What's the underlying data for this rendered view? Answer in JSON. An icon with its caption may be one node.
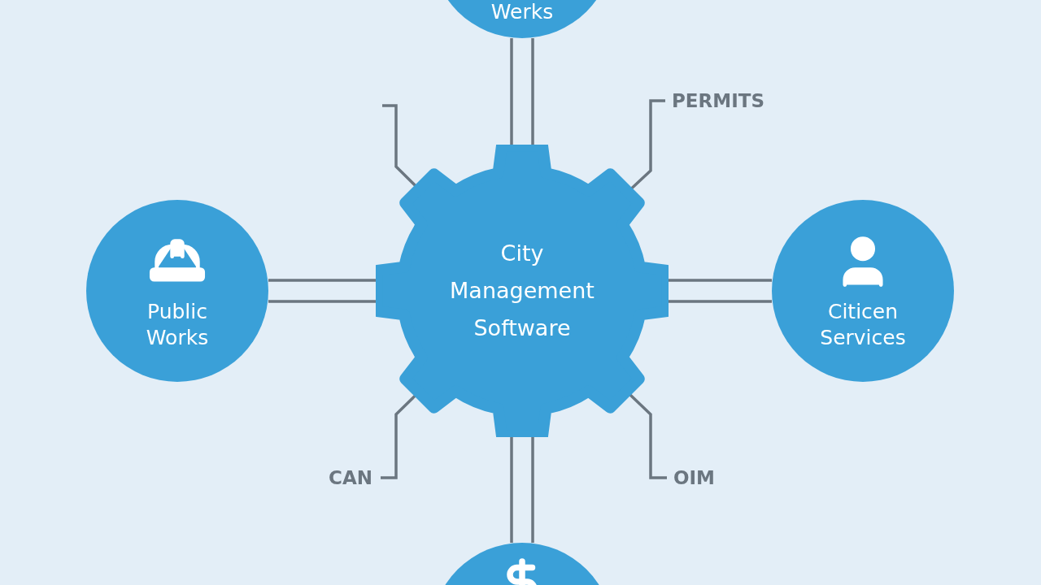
{
  "diagram": {
    "nodes": [
      {
        "text": [
          "City Management Software"
        ]
      },
      {
        "text": [
          "Werks"
        ]
      },
      {
        "text": [
          "Public Works"
        ]
      },
      {
        "text": [
          "Citicen Services"
        ]
      },
      {
        "text": [],
        "shape": "circle"
      },
      {
        "text": [
          "PERMITS"
        ]
      },
      {
        "text": [
          "CAN"
        ]
      },
      {
        "text": [
          "OIM"
        ]
      }
    ],
    "edges": [
      {
        "from": 0,
        "to": 1,
        "arrow": "none"
      },
      {
        "from": 0,
        "to": 2,
        "arrow": "none"
      },
      {
        "from": 0,
        "to": 3,
        "arrow": "none"
      },
      {
        "from": 0,
        "to": 4,
        "arrow": "none"
      },
      {
        "from": 5,
        "to": 0,
        "arrow": "none"
      },
      {
        "from": 6,
        "to": 0,
        "arrow": "none"
      },
      {
        "from": 7,
        "to": 0,
        "arrow": "none"
      },
      {
        "from": 0,
        "to": null,
        "arrow": "none"
      }
    ]
  }
}
